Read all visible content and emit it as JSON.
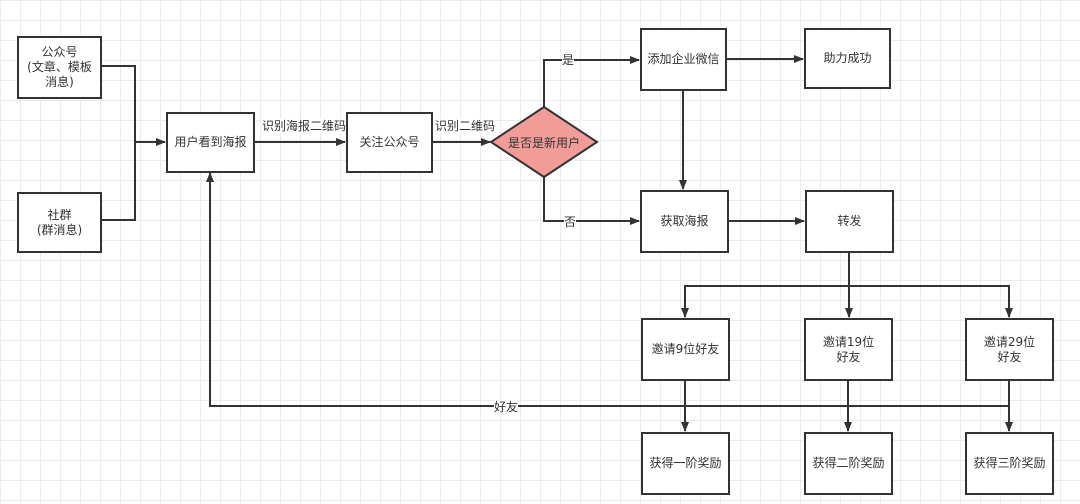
{
  "nodes": {
    "gzh": "公众号\n(文章、模板消息)",
    "gzh_l1": "公众号",
    "gzh_l2": "(文章、模板",
    "gzh_l3": "消息)",
    "shequn_l1": "社群",
    "shequn_l2": "(群消息)",
    "user_sees": "用户看到海报",
    "follow": "关注公众号",
    "decision": "是否是新用户",
    "add_wechat": "添加企业微信",
    "success": "助力成功",
    "get_poster": "获取海报",
    "forward": "转发",
    "invite9": "邀请9位好友",
    "invite19": "邀请19位好友",
    "invite29": "邀请29位好友",
    "reward1": "获得一阶奖励",
    "reward2": "获得二阶奖励",
    "reward3": "获得三阶奖励"
  },
  "edges": {
    "scan_poster": "识别海报二维码",
    "scan_qr": "识别二维码",
    "yes": "是",
    "no": "否",
    "friend": "好友"
  },
  "colors": {
    "decision_fill": "#f19c99",
    "stroke": "#333333"
  }
}
